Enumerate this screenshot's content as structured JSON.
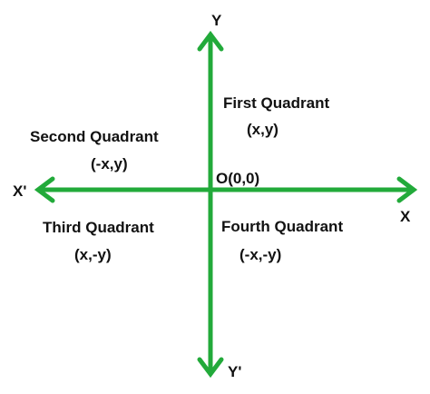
{
  "colors": {
    "axis": "#22aa3a",
    "text": "#111111",
    "background": "#ffffff"
  },
  "axes": {
    "x_positive": "X",
    "x_negative": "X'",
    "y_positive": "Y",
    "y_negative": "Y'",
    "origin": "O(0,0)"
  },
  "quadrants": [
    {
      "name": "First Quadrant",
      "coords": "(x,y)"
    },
    {
      "name": "Second Quadrant",
      "coords": "(-x,y)"
    },
    {
      "name": "Third Quadrant",
      "coords": "(x,-y)"
    },
    {
      "name": "Fourth Quadrant",
      "coords": "(-x,-y)"
    }
  ]
}
